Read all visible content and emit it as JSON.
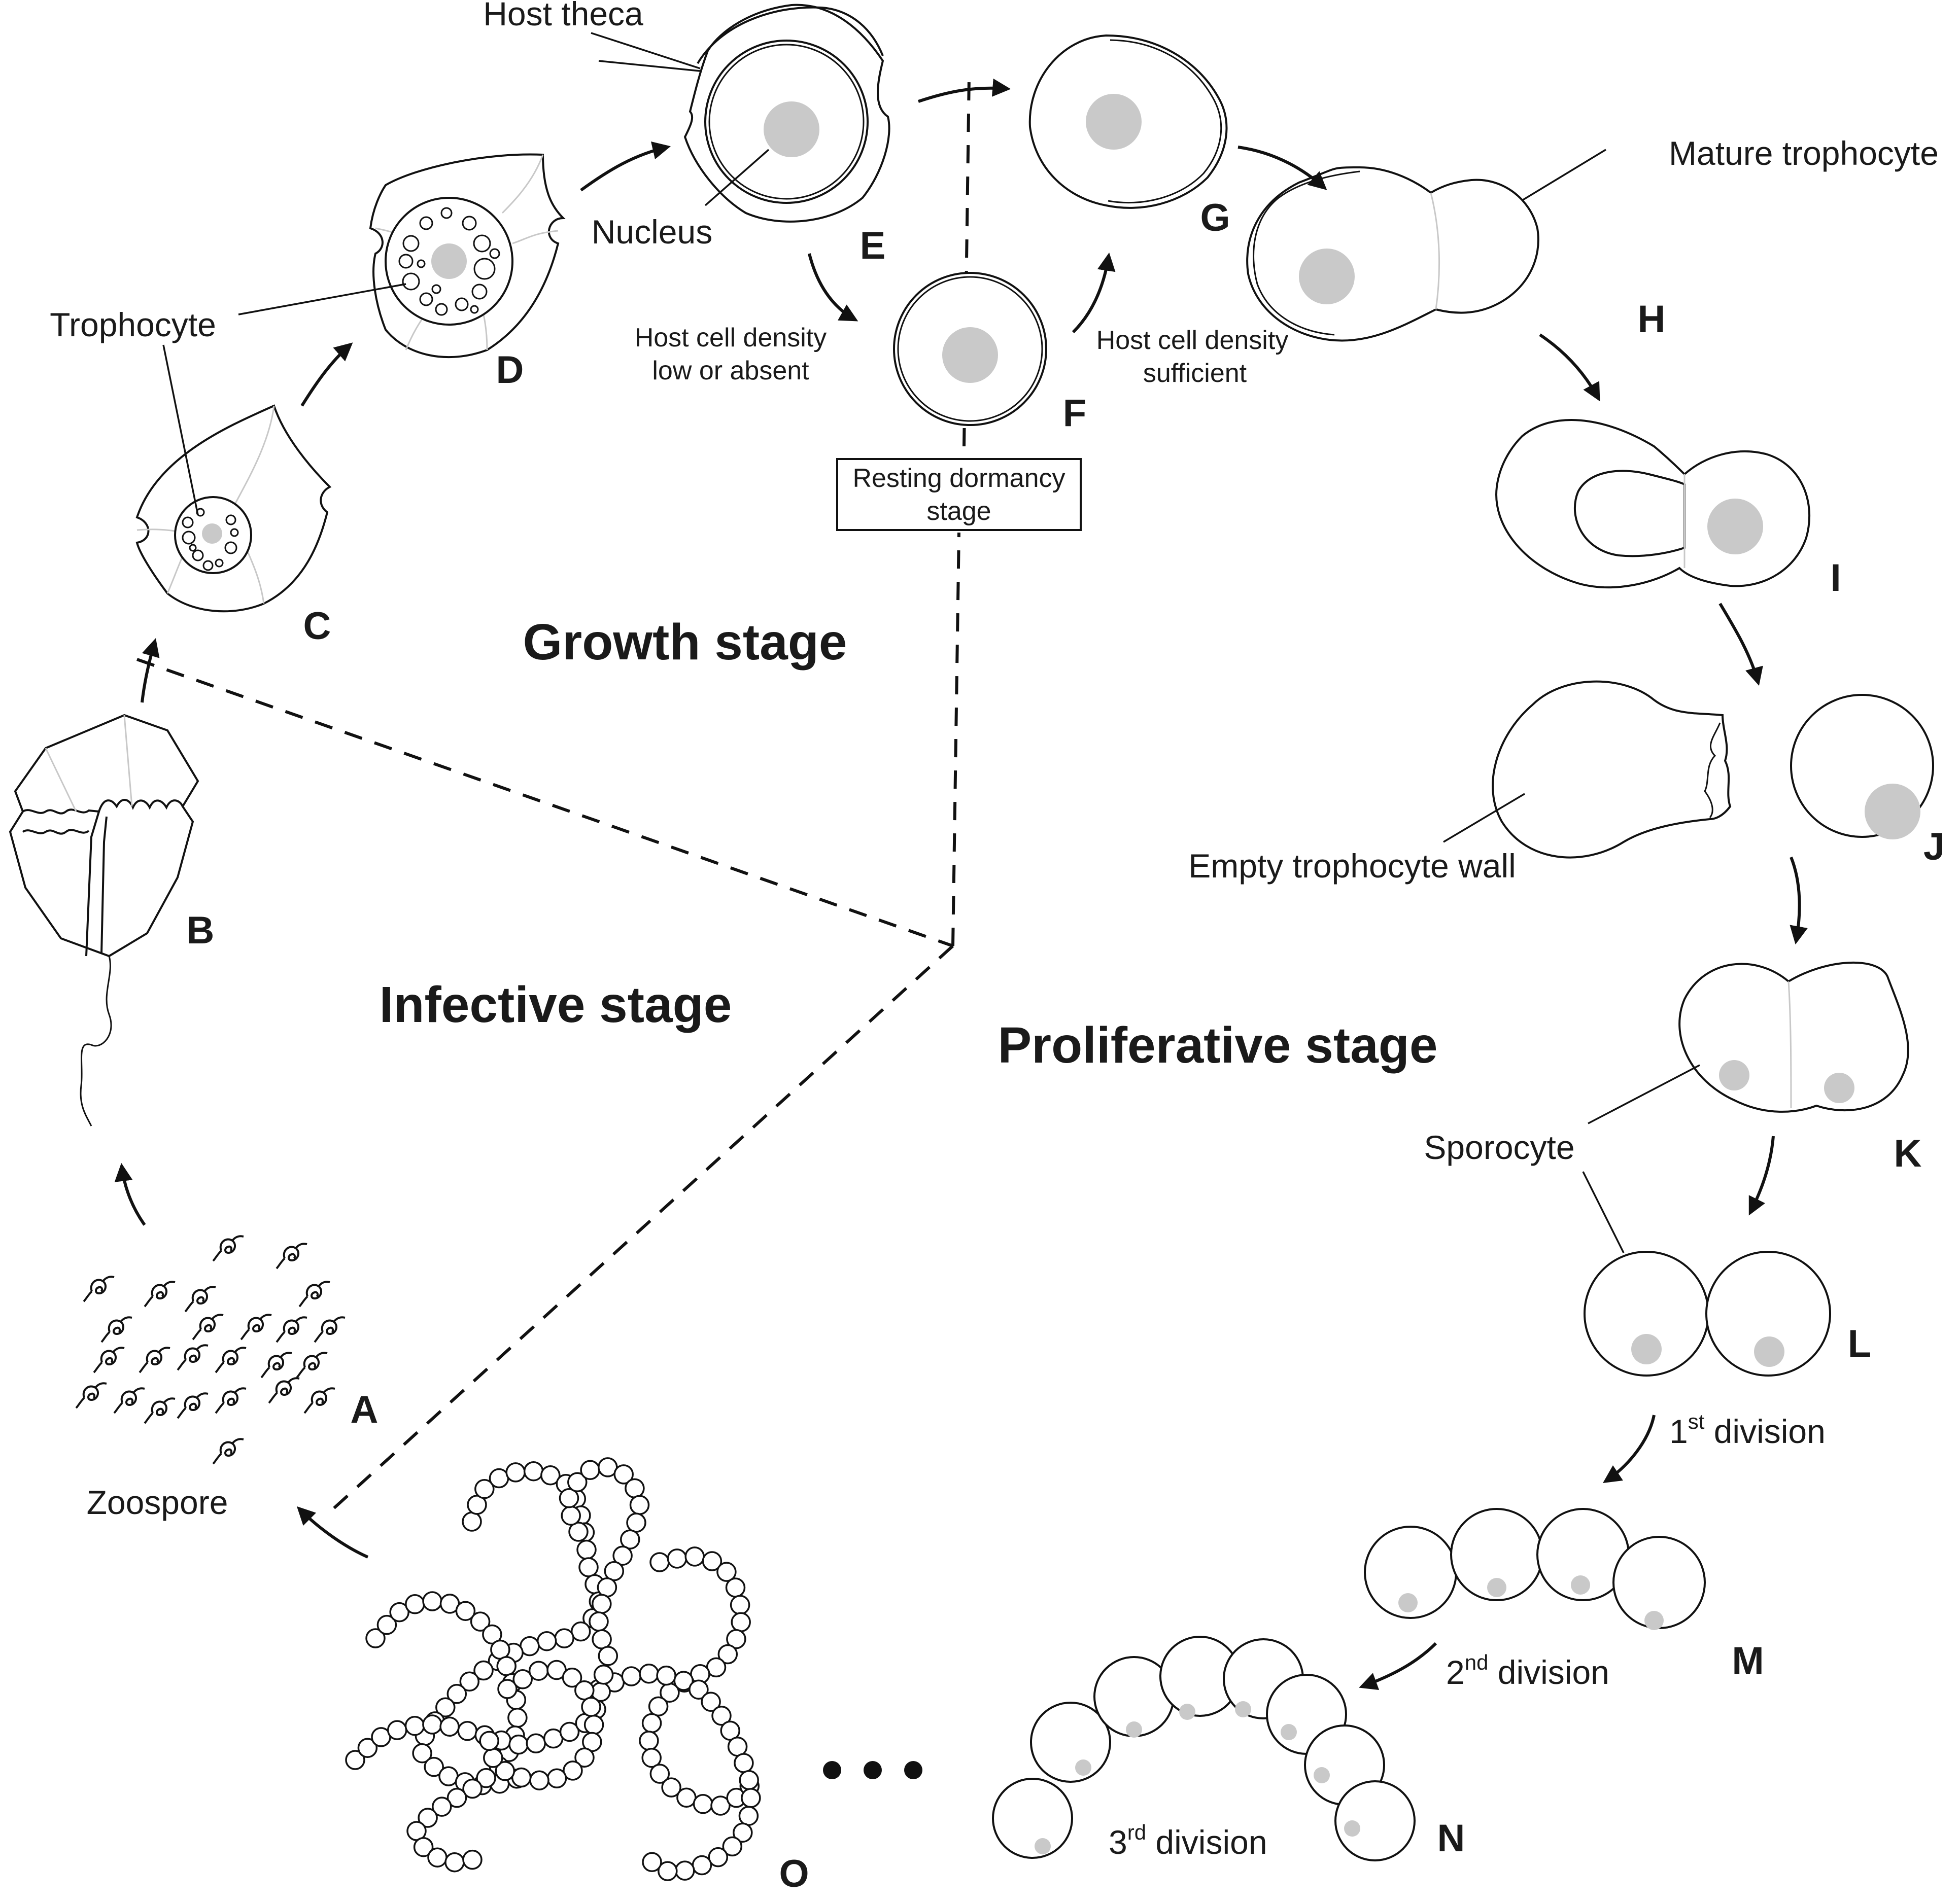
{
  "stages": {
    "growth": "Growth stage",
    "infective": "Infective stage",
    "proliferative": "Proliferative stage"
  },
  "letters": {
    "A": "A",
    "B": "B",
    "C": "C",
    "D": "D",
    "E": "E",
    "F": "F",
    "G": "G",
    "H": "H",
    "I": "I",
    "J": "J",
    "K": "K",
    "L": "L",
    "M": "M",
    "N": "N",
    "O": "O"
  },
  "annotations": {
    "host_theca": "Host theca",
    "nucleus": "Nucleus",
    "trophocyte": "Trophocyte",
    "mature_trophocyte": "Mature trophocyte",
    "empty_trophocyte_wall": "Empty trophocyte wall",
    "sporocyte": "Sporocyte",
    "zoospore": "Zoospore",
    "density_low_line1": "Host cell density",
    "density_low_line2": "low or absent",
    "density_ok_line1": "Host cell density",
    "density_ok_line2": "sufficient",
    "resting_line1": "Resting dormancy",
    "resting_line2": "stage"
  },
  "divisions": {
    "first_num": "1",
    "first_sup": "st",
    "second_num": "2",
    "second_sup": "nd",
    "third_num": "3",
    "third_sup": "rd",
    "word": " division"
  },
  "colors": {
    "line": "#111111",
    "nucleus": "#c9c9c9",
    "background": "#ffffff"
  }
}
